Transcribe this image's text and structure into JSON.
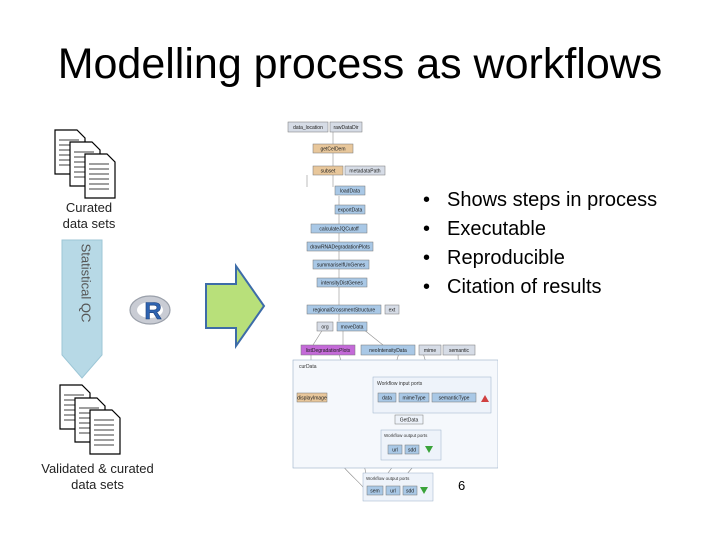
{
  "title": "Modelling process as workflows",
  "left_panel": {
    "curated_label": "Curated data sets",
    "qc_label": "Statistical QC",
    "validated_label": "Validated & curated data sets",
    "r_logo_text": "R"
  },
  "bullets": [
    "Shows steps in process",
    "Executable",
    "Reproducible",
    "Citation of results"
  ],
  "workflow_nodes": {
    "data_location": "data_location",
    "raw_data_dir": "rawDataDir",
    "get_cel_dem": "getCelDem",
    "subset": "subset",
    "metadata_path": "metadataPath",
    "load_data": "loadData",
    "export_data": "exportData",
    "calc_qc": "calculateJQCutoff",
    "draw_rna": "drawRNADegradationPlots",
    "summarise": "summariseIfUnGenes",
    "intensity": "intensityDistGenes",
    "regional": "regionalCrossmentStructure",
    "ext": "ext",
    "org": "org",
    "move_data": "moveData",
    "list_degradation": "listDegradationPlots",
    "neo_intensity": "neoIntensityData",
    "mime": "mime",
    "semantic": "semantic",
    "inner_title": "curData",
    "inputs_title": "Workflow input ports",
    "display_image": "displayImage",
    "data": "data",
    "mime_type": "mimeType",
    "semantic_type": "semanticType",
    "get_data": "GetData",
    "inner_outputs_title": "Workflow output ports",
    "url": "url",
    "sdd": "sdd",
    "outputs_title": "Workflow output ports",
    "out_sem": "sem",
    "out_url": "url",
    "out_sdd": "sdd"
  },
  "page_number": "6",
  "colors": {
    "arrow_fill": "#b8e07a",
    "arrow_stroke": "#3d6ca8",
    "qc_fill": "#b7d9e6",
    "node_blue": "#a9c8e6",
    "node_tan": "#e8c79b",
    "node_purple": "#c46ad8",
    "node_gray": "#d6dce6"
  }
}
